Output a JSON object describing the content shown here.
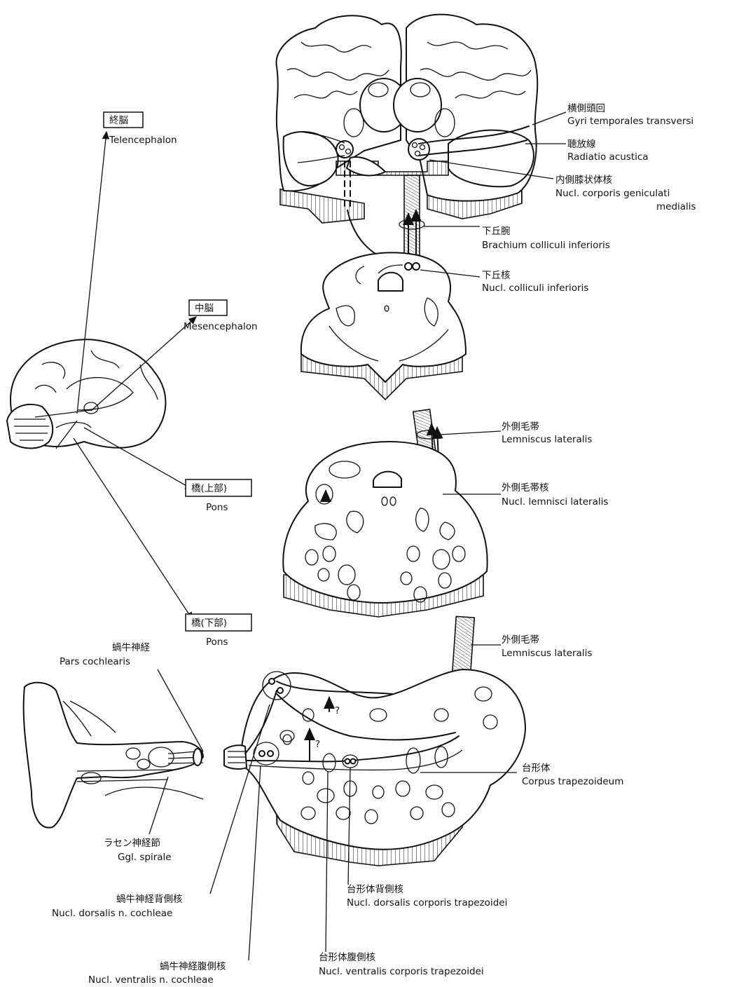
{
  "regions": {
    "telencephalon": {
      "jp": "終脳",
      "latin": "Telencephalon"
    },
    "mesencephalon": {
      "jp": "中脳",
      "latin": "Mesencephalon"
    },
    "pons_upper": {
      "jp": "橋(上部)",
      "latin": "Pons"
    },
    "pons_lower": {
      "jp": "橋(下部)",
      "latin": "Pons"
    }
  },
  "labels": {
    "gyri": {
      "jp": "横側頭回",
      "latin": "Gyri temporales transversi"
    },
    "radiatio": {
      "jp": "聴放線",
      "latin": "Radiatio acustica"
    },
    "geniculati": {
      "jp": "内側膝状体核",
      "latin1": "Nucl. corporis geniculati",
      "latin2": "medialis"
    },
    "brachium": {
      "jp": "下丘腕",
      "latin": "Brachium colliculi inferioris"
    },
    "colliculi": {
      "jp": "下丘核",
      "latin": "Nucl. colliculi inferioris"
    },
    "lemniscus1": {
      "jp": "外側毛帯",
      "latin": "Lemniscus lateralis"
    },
    "lemnisci_nucl": {
      "jp": "外側毛帯核",
      "latin": "Nucl. lemnisci lateralis"
    },
    "lemniscus2": {
      "jp": "外側毛帯",
      "latin": "Lemniscus lateralis"
    },
    "pars": {
      "jp": "蝸牛神経",
      "latin": "Pars cochlearis"
    },
    "trapezoid": {
      "jp": "台形体",
      "latin": "Corpus trapezoideum"
    },
    "spirale": {
      "jp": "ラセン神経節",
      "latin": "Ggl. spirale"
    },
    "dorsal_trap": {
      "jp": "台形体背側核",
      "latin": "Nucl. dorsalis corporis trapezoidei"
    },
    "dorsal_coch": {
      "jp": "蝸牛神経背側核",
      "latin": "Nucl. dorsalis n. cochleae"
    },
    "ventral_trap": {
      "jp": "台形体腹側核",
      "latin": "Nucl. ventralis corporis trapezoidei"
    },
    "ventral_coch": {
      "jp": "蝸牛神経腹側核",
      "latin": "Nucl. ventralis n. cochleae"
    }
  },
  "marks": {
    "question": "?"
  }
}
